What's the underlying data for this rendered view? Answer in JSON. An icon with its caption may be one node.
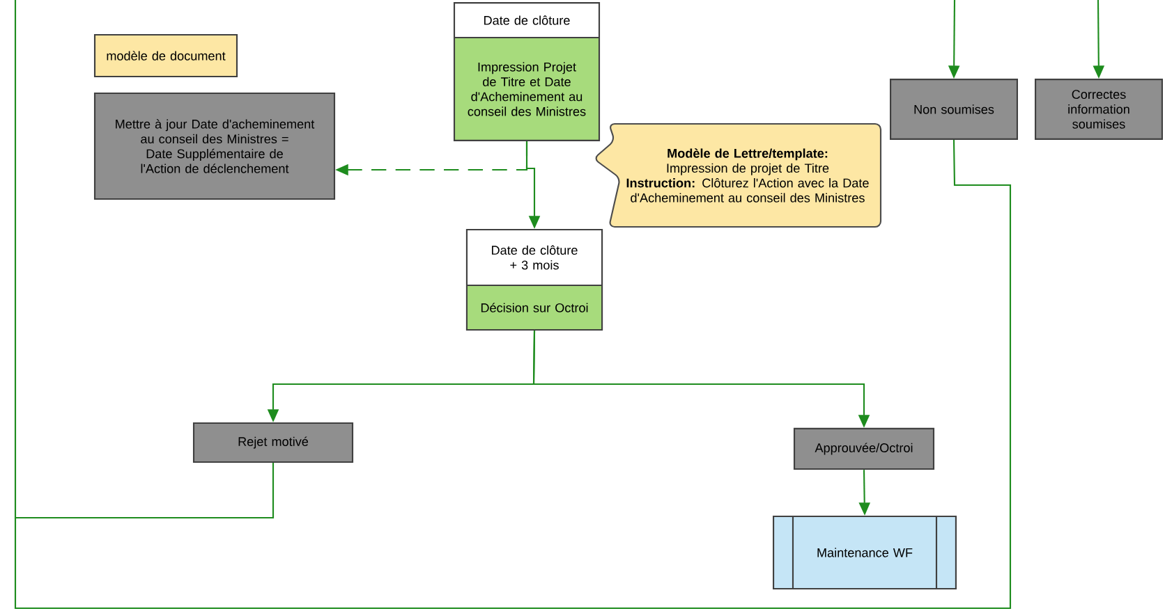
{
  "diagram": {
    "nodes": [
      {
        "text": [
          "modèle de document"
        ]
      },
      {
        "text": [
          "Mettre à jour Date d'acheminement au conseil des Ministres = Date Supplémentaire de l'Action de déclenchement"
        ]
      },
      {
        "text": [
          "Date de clôture",
          "Impression Projet de Titre et Date d'Acheminement au conseil des Ministres"
        ]
      },
      {
        "text": [
          "**Modèle de Lettre/template:** Impression de projet de Titre",
          "**Instruction:** Clôturez l'Action avec la Date d'Acheminement au conseil des Ministres"
        ]
      },
      {
        "text": [
          "Date de clôture + 3 mois",
          "Décision sur Octroi"
        ]
      },
      {
        "text": [
          "Non soumises"
        ]
      },
      {
        "text": [
          "Correctes information soumises"
        ]
      },
      {
        "text": [
          "Rejet motivé"
        ]
      },
      {
        "text": [
          "Approuvée/Octroi"
        ]
      },
      {
        "text": [
          "Maintenance WF"
        ]
      }
    ],
    "edges": [
      {
        "from": 2,
        "to": 4,
        "arrow": "to"
      },
      {
        "from": 2,
        "to": 1,
        "arrow": "to",
        "style": "dashed"
      },
      {
        "from": null,
        "to": 5,
        "arrow": "to"
      },
      {
        "from": null,
        "to": 6,
        "arrow": "to"
      },
      {
        "from": 4,
        "to": 7,
        "arrow": "to"
      },
      {
        "from": 4,
        "to": 8,
        "arrow": "to"
      },
      {
        "from": 8,
        "to": 9,
        "arrow": "to"
      },
      {
        "from": 7,
        "to": null,
        "arrow": "none"
      },
      {
        "from": 5,
        "to": null,
        "arrow": "none"
      }
    ]
  }
}
